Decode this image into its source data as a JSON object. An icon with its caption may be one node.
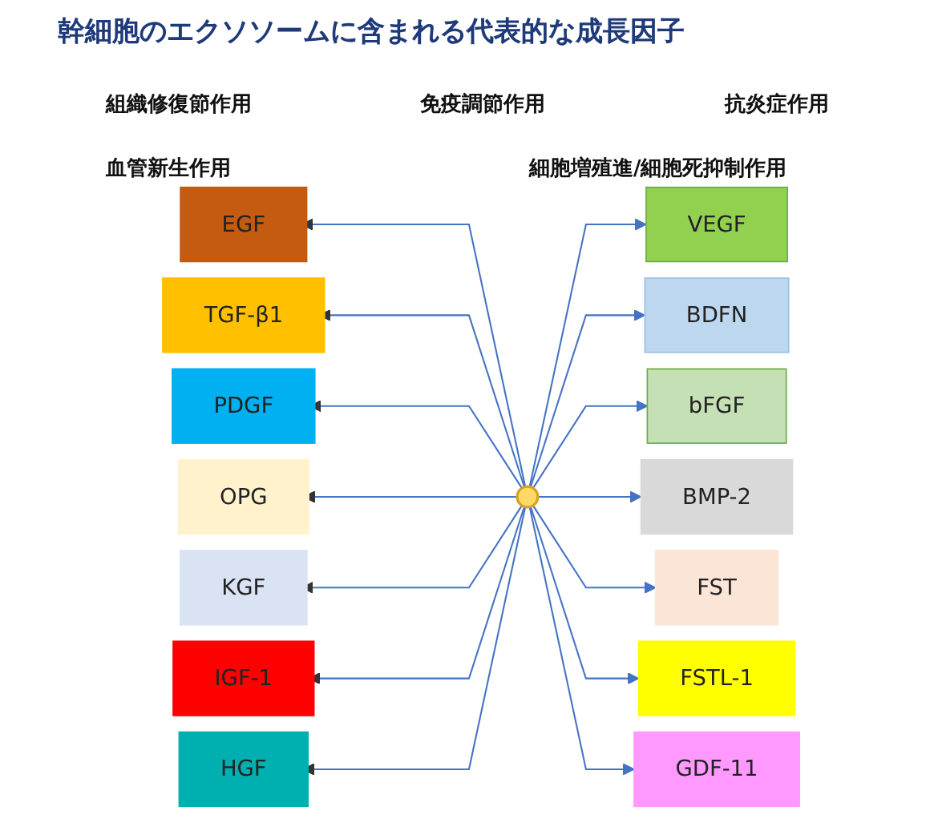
{
  "diagram": {
    "title": "幹細胞のエクソソームに含まれる代表的な成長因子",
    "nodes": [
      {
        "text": [],
        "shape": "ellipse"
      },
      {
        "text": [
          "EGF"
        ]
      },
      {
        "text": [
          "VEGF"
        ]
      },
      {
        "text": [
          "BDFN"
        ]
      },
      {
        "text": [
          "bFGF"
        ]
      },
      {
        "text": [
          "TGF-β1"
        ]
      },
      {
        "text": [
          "BMP-2"
        ]
      },
      {
        "text": [
          "PDGF"
        ]
      },
      {
        "text": [
          "FST"
        ]
      },
      {
        "text": [
          "OPG"
        ]
      },
      {
        "text": [
          "FSTL-1"
        ]
      },
      {
        "text": [
          "KGF"
        ]
      },
      {
        "text": [
          "GDF-11"
        ]
      },
      {
        "text": [
          "IGF-1"
        ]
      },
      {
        "text": [
          "HGF"
        ]
      }
    ],
    "edges": [
      {
        "from": 0,
        "to": 1,
        "arrow": "to"
      },
      {
        "from": 0,
        "to": 2,
        "arrow": "to"
      },
      {
        "from": 0,
        "to": 3,
        "arrow": "to"
      },
      {
        "from": 0,
        "to": 4,
        "arrow": "to"
      },
      {
        "from": 0,
        "to": 5,
        "arrow": "to"
      },
      {
        "from": 0,
        "to": 6,
        "arrow": "to"
      },
      {
        "from": 0,
        "to": 7,
        "arrow": "to"
      },
      {
        "from": 0,
        "to": 8,
        "arrow": "to"
      },
      {
        "from": 0,
        "to": 9,
        "arrow": "to"
      },
      {
        "from": 0,
        "to": 10,
        "arrow": "to"
      },
      {
        "from": 0,
        "to": 11,
        "arrow": "to"
      },
      {
        "from": 0,
        "to": 12,
        "arrow": "to"
      },
      {
        "from": 0,
        "to": 13,
        "arrow": "to"
      },
      {
        "from": 0,
        "to": 14,
        "arrow": "to"
      }
    ],
    "labels": [
      "組織修復節作用",
      "免疫調節作用",
      "抗炎症作用",
      "血管新生作用",
      "細胞増殖進/細胞死抑制作用"
    ]
  }
}
